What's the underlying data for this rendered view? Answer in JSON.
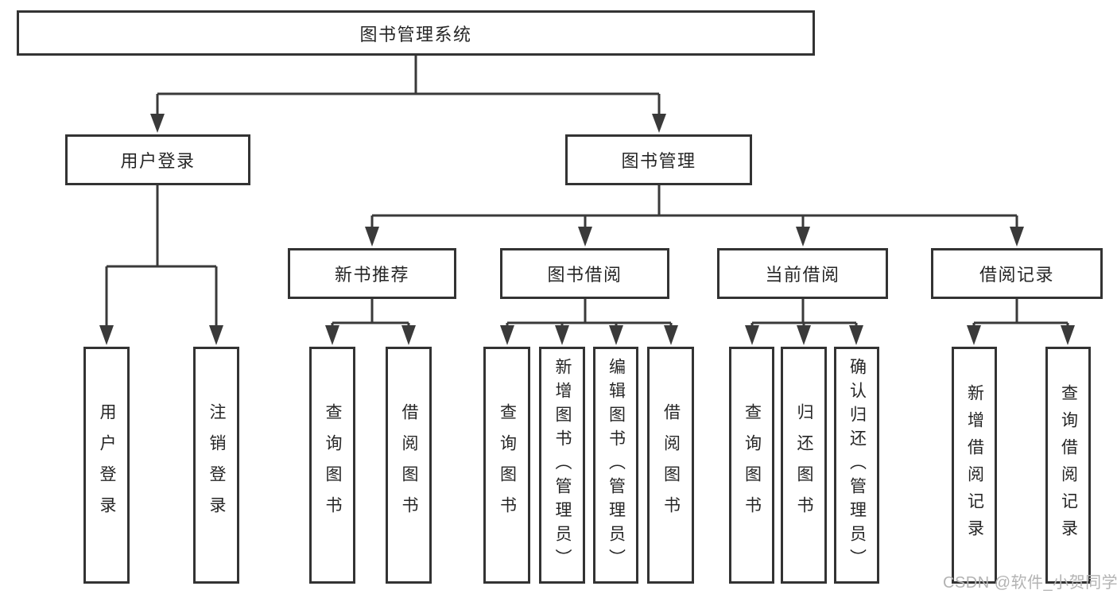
{
  "title": "图书管理系统",
  "tree": {
    "root_label": "图书管理系统",
    "branches": [
      {
        "label": "用户登录",
        "children": [
          "用户登录",
          "注销登录"
        ]
      },
      {
        "label": "图书管理",
        "children": [
          {
            "label": "新书推荐",
            "children": [
              "查询图书",
              "借阅图书"
            ]
          },
          {
            "label": "图书借阅",
            "children": [
              "查询图书",
              "新增图书（管理员）",
              "编辑图书（管理员）",
              "借阅图书"
            ]
          },
          {
            "label": "当前借阅",
            "children": [
              "查询图书",
              "归还图书",
              "确认归还（管理员）"
            ]
          },
          {
            "label": "借阅记录",
            "children": [
              "新增借阅记录",
              "查询借阅记录"
            ]
          }
        ]
      }
    ]
  },
  "watermark": "CSDN @软件_小贺同学",
  "colors": {
    "connector_line": "#3a3a3a",
    "box_border": "#333333",
    "text": "#262626",
    "watermark_text": "#b3b3b3",
    "background": "#ffffff"
  }
}
